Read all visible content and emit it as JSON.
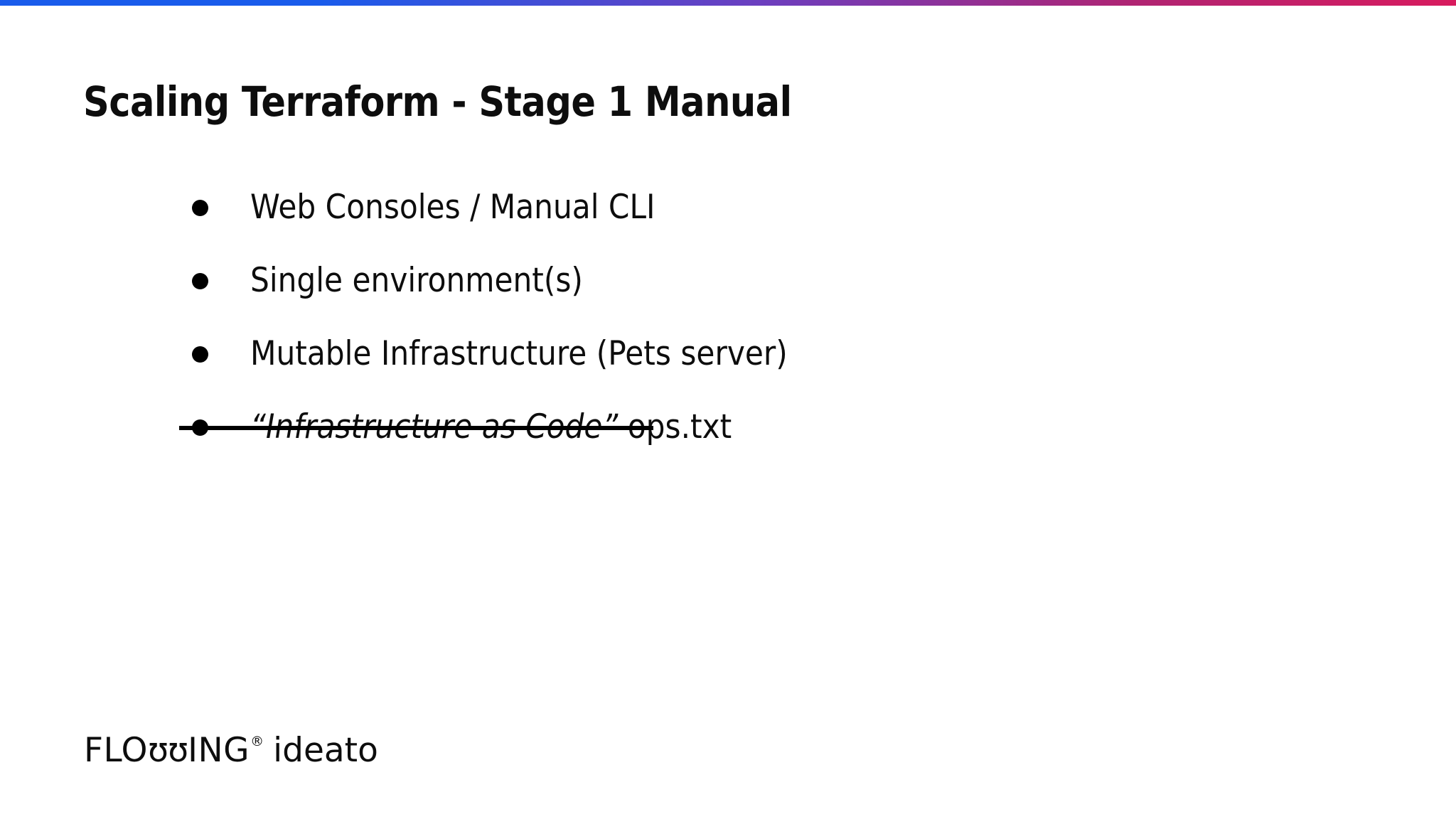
{
  "slide": {
    "title": "Scaling Terraform - Stage 1 Manual",
    "background_color": "#ffffff",
    "text_color": "#0d0d0d"
  },
  "accent_bar": {
    "gradient_start_color": "#1a5ceb",
    "gradient_mid_color": "#6b3fc0",
    "gradient_end_color": "#d81b5e"
  },
  "bullets": [
    {
      "marker": "bullet-dot",
      "text": "Web Consoles / Manual CLI",
      "struck": false
    },
    {
      "marker": "bullet-dot",
      "text": "Single environment(s)",
      "struck": false
    },
    {
      "marker": "bullet-dot",
      "text": "Mutable Infrastructure (Pets server)",
      "struck": false
    },
    {
      "marker": "bullet-dot",
      "struck_text": "“Infrastructure as Code”",
      "tail_text": " ops.txt",
      "struck": true
    }
  ],
  "footer": {
    "logo_primary": "FLO",
    "logo_w": "ʊʊ",
    "logo_primary_end": "ING",
    "logo_registered": "®",
    "logo_secondary": "ideato"
  }
}
